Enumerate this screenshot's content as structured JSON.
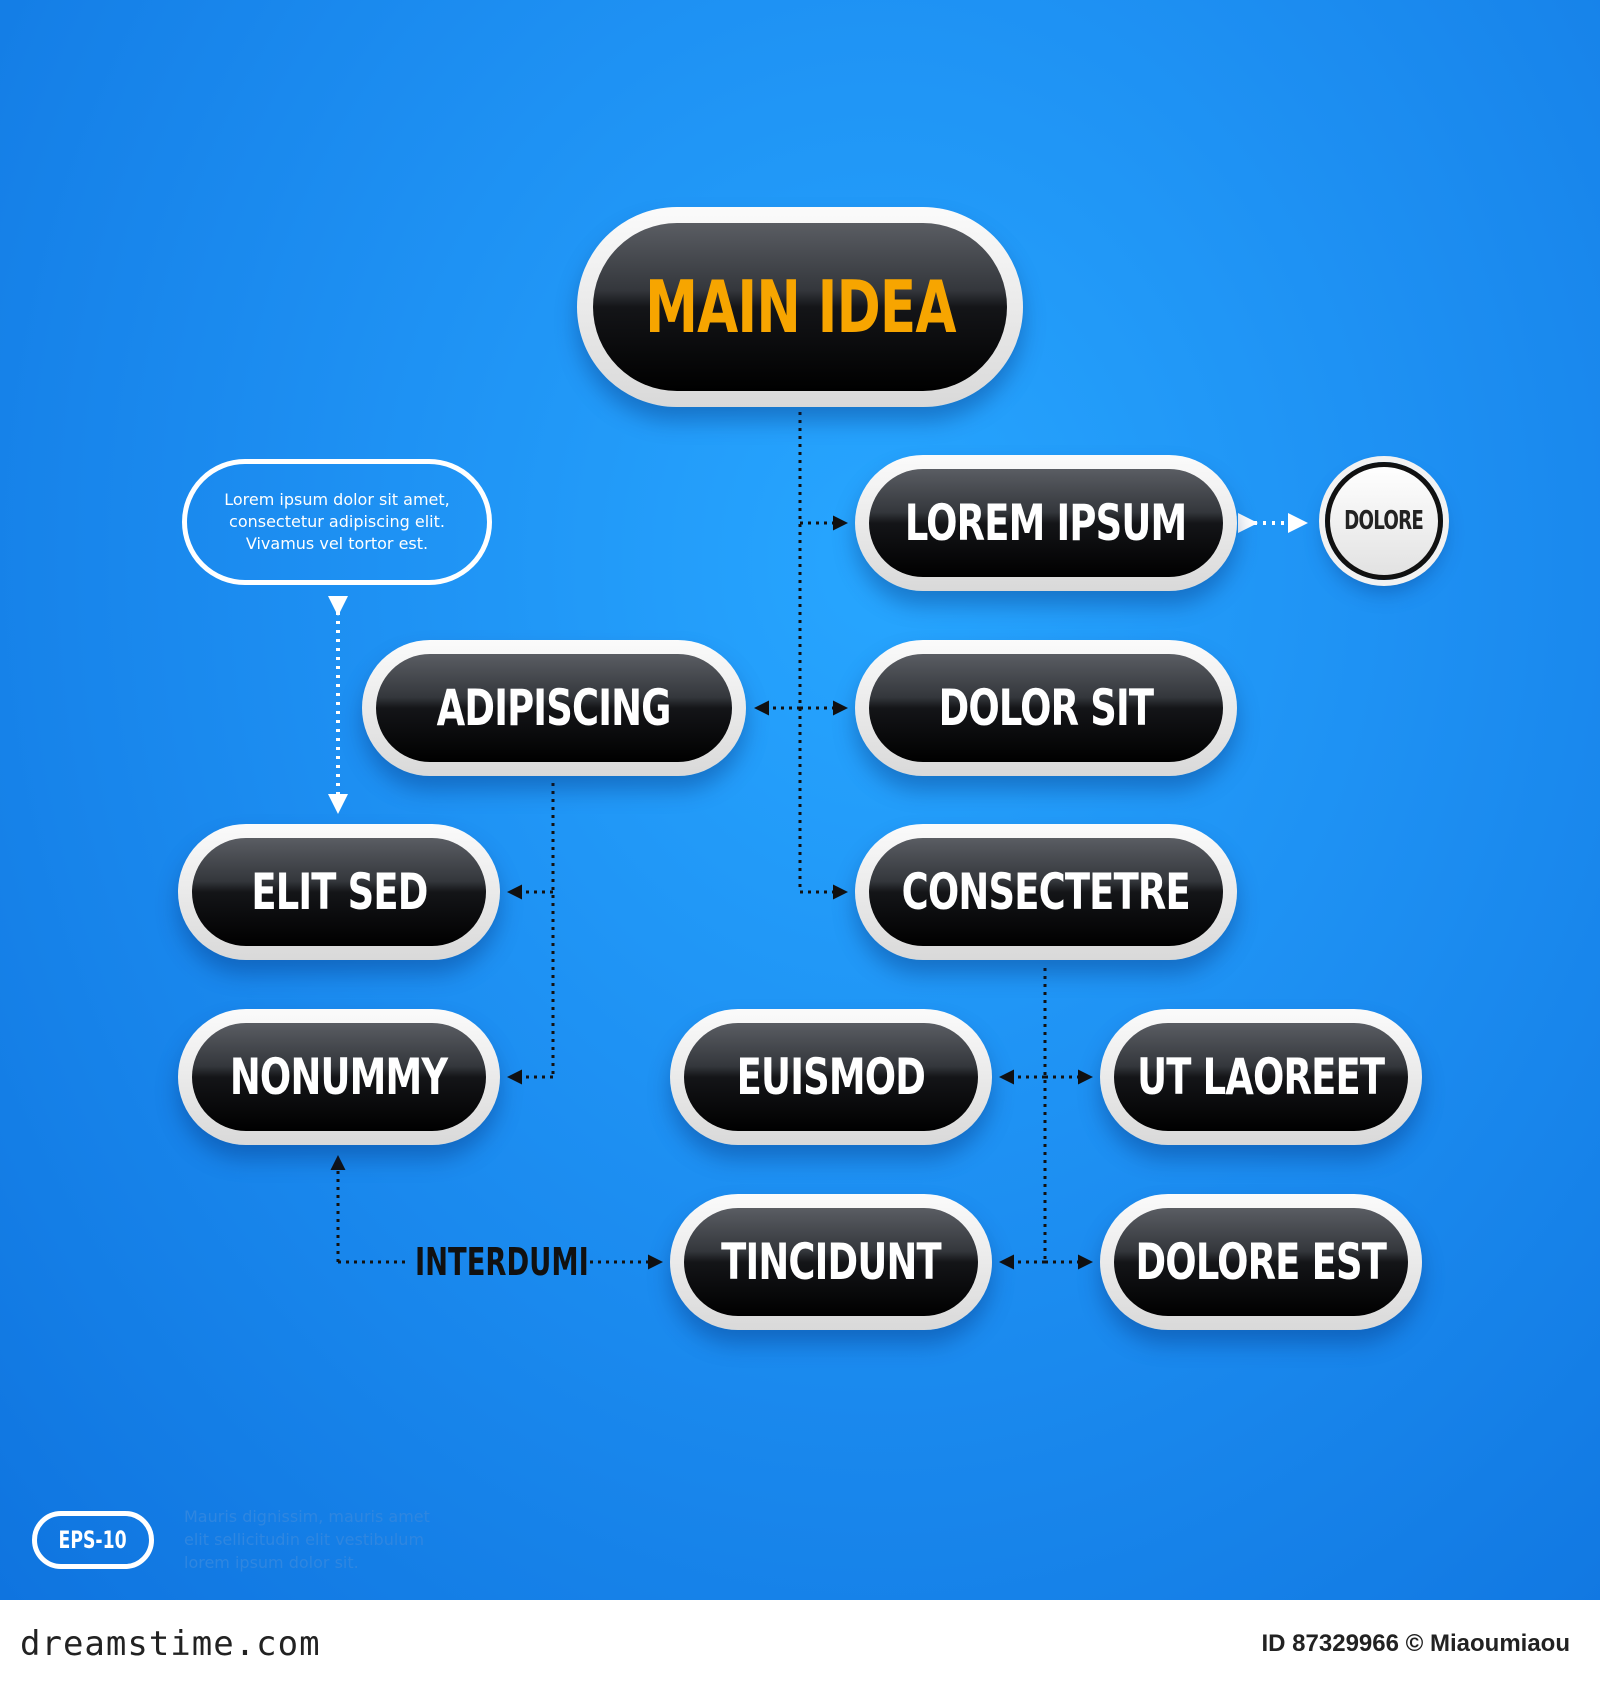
{
  "main_idea": "MAIN IDEA",
  "nodes": {
    "lorem_ipsum": "LOREM IPSUM",
    "dolore": "DOLORE",
    "adipiscing": "ADIPISCING",
    "dolor_sit": "DOLOR SIT",
    "elit_sed": "ELIT SED",
    "consectetre": "CONSECTETRE",
    "nonummy": "NONUMMY",
    "euismod": "EUISMOD",
    "ut_laoreet": "UT LAOREET",
    "tincidunt": "TINCIDUNT",
    "dolore_est": "DOLORE EST"
  },
  "note_text": "Lorem ipsum dolor sit amet, consectetur adipiscing elit. Vivamus vel tortor est.",
  "connector_label": "INTERDUMI",
  "eps_badge": "EPS-10",
  "small_note": "Mauris dignissim, mauris amet elit sellicitudin elit vestibulum lorem ipsum dolor sit.",
  "footer": {
    "brand": "dreamstime.com",
    "image_id": "ID 87329966 © Miaoumiaou"
  },
  "colors": {
    "background": "#1d8ff2",
    "node_fill": "#141518",
    "node_border": "#f2f2f2",
    "main_text": "#f7a500",
    "label_text": "#ffffff"
  }
}
